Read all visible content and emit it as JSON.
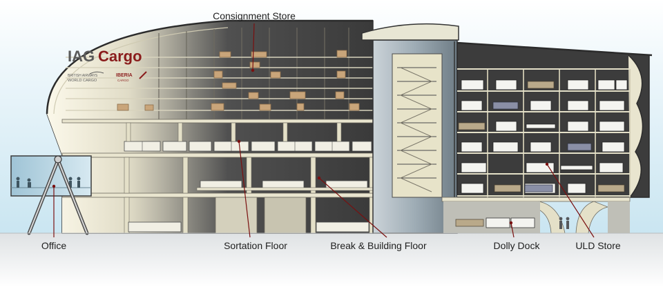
{
  "brand": {
    "logo_main": "IAG",
    "logo_cargo": "Cargo",
    "sub_left_line1": "BRITISH AIRWAYS",
    "sub_left_line2": "WORLD CARGO",
    "sub_right_line1": "IBERIA",
    "sub_right_line2": "CARGO"
  },
  "labels": {
    "consignment": "Consignment Store",
    "office": "Office",
    "sortation": "Sortation Floor",
    "break_building": "Break & Building Floor",
    "dolly": "Dolly Dock",
    "uld": "ULD Store"
  },
  "colors": {
    "leader": "#7a0f0f",
    "brand_red": "#8a1c1c",
    "brand_grey": "#5a5a5a",
    "sky": "#cfe8f3",
    "ground": "#e6e8ea",
    "structure": "#ecead8",
    "dark_interior": "#3c3c3c",
    "glass": "#b8d4e2"
  }
}
